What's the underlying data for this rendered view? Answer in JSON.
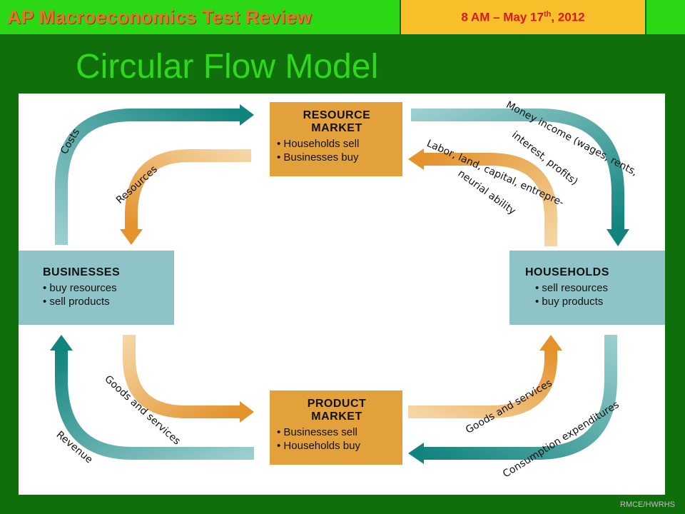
{
  "header": {
    "title": "AP Macroeconomics Test Review",
    "date_main": "8 AM – May 17",
    "date_sup": "th",
    "date_tail": ", 2012"
  },
  "slide": {
    "title": "Circular Flow Model"
  },
  "diagram": {
    "resource_market": {
      "title_line1": "RESOURCE",
      "title_line2": "MARKET",
      "bullet1": "Households sell",
      "bullet2": "Businesses buy"
    },
    "product_market": {
      "title_line1": "PRODUCT",
      "title_line2": "MARKET",
      "bullet1": "Businesses sell",
      "bullet2": "Households buy"
    },
    "businesses": {
      "title": "BUSINESSES",
      "bullet1": "buy resources",
      "bullet2": "sell products"
    },
    "households": {
      "title": "HOUSEHOLDS",
      "bullet1": "sell resources",
      "bullet2": "buy products"
    },
    "labels": {
      "costs": "Costs",
      "resources": "Resources",
      "money_income_1": "Money income (wages, rents,",
      "money_income_2": "interest, profits)",
      "labor_1": "Labor, land, capital, entrepre-",
      "labor_2": "neurial ability",
      "goods_services_left": "Goods and services",
      "revenue": "Revenue",
      "goods_services_right": "Goods and services",
      "consumption": "Consumption expenditures"
    },
    "colors": {
      "money_flow": "#1a8a84",
      "real_flow": "#e8a34a",
      "market_box": "#e3a13c",
      "sector_box": "#8ec4c7"
    }
  },
  "footer": {
    "credit": "RMCE/HWRHS"
  }
}
